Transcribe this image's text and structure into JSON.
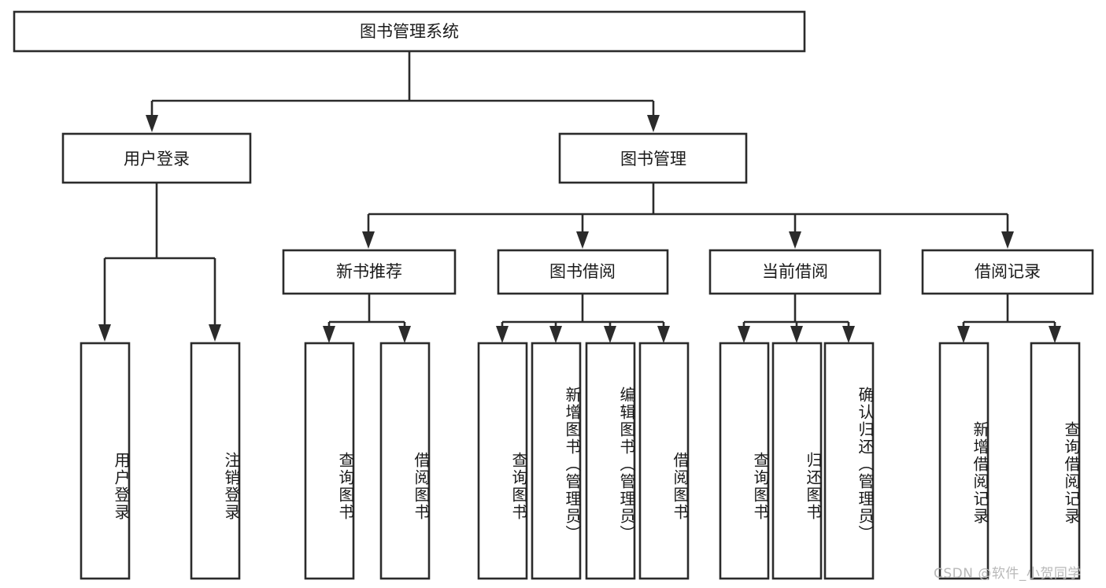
{
  "diagram": {
    "type": "tree",
    "title": "图书管理系统",
    "orientation": "top-down",
    "colors": {
      "box_fill": "#ffffff",
      "box_stroke": "#2b2b2b",
      "text": "#1a1a1a",
      "watermark": "#b9b9b9",
      "background": "#ffffff"
    },
    "root": {
      "label": "图书管理系统"
    },
    "level2": [
      {
        "label": "用户登录"
      },
      {
        "label": "图书管理"
      }
    ],
    "level3": [
      {
        "label": "新书推荐"
      },
      {
        "label": "图书借阅"
      },
      {
        "label": "当前借阅"
      },
      {
        "label": "借阅记录"
      }
    ],
    "leaves": {
      "user_login": [
        {
          "label": "用户登录"
        },
        {
          "label": "注销登录"
        }
      ],
      "new_book_recommend": [
        {
          "label": "查询图书"
        },
        {
          "label": "借阅图书"
        }
      ],
      "book_borrow": [
        {
          "label": "查询图书"
        },
        {
          "label": "新增图书（管理员）"
        },
        {
          "label": "编辑图书（管理员）"
        },
        {
          "label": "借阅图书"
        }
      ],
      "current_borrow": [
        {
          "label": "查询图书"
        },
        {
          "label": "归还图书"
        },
        {
          "label": "确认归还（管理员）"
        }
      ],
      "borrow_record": [
        {
          "label": "新增借阅记录"
        },
        {
          "label": "查询借阅记录"
        }
      ]
    },
    "watermark": "CSDN @软件_小贺同学"
  }
}
